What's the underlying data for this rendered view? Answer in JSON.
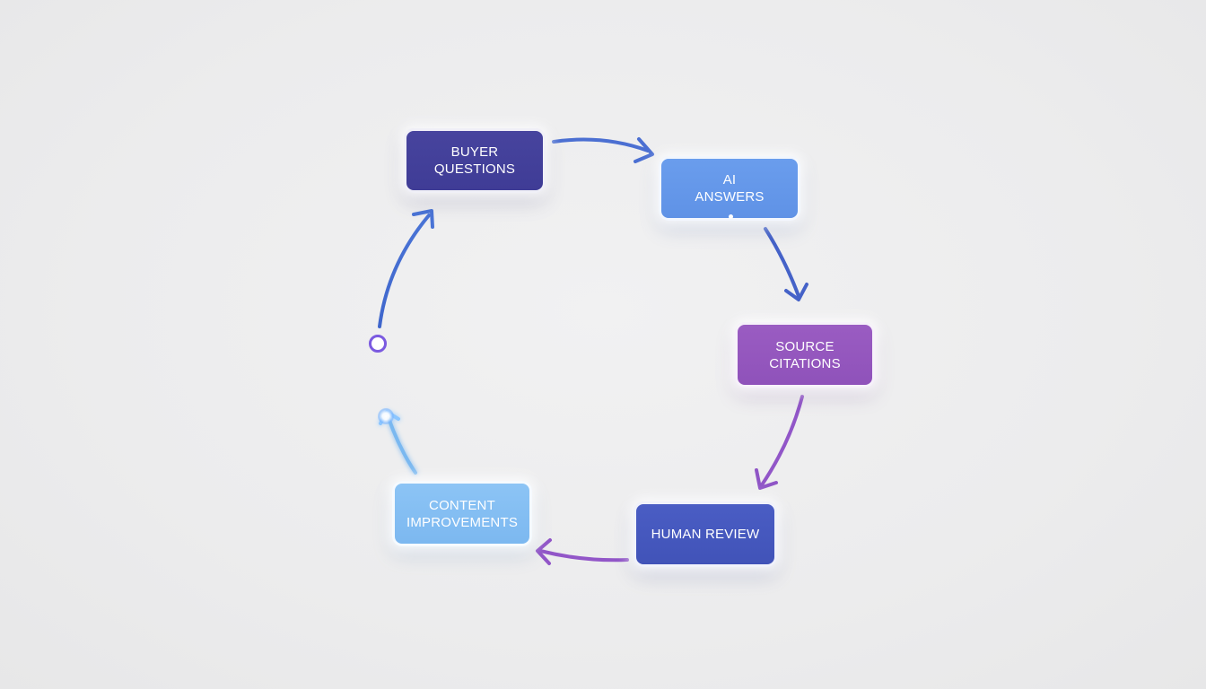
{
  "nodes": {
    "buyer_questions": "BUYER QUESTIONS",
    "ai_answers_line1": "AI",
    "ai_answers_line2": "ANSWERS",
    "source_citations_line1": "SOURCE",
    "source_citations_line2": "CITATIONS",
    "human_review": "HUMAN REVIEW",
    "content_improvements_line1": "CONTENT",
    "content_improvements_line2": "IMPROVEMENTS"
  },
  "colors": {
    "buyer_questions": "#423f99",
    "ai_answers": "#6598ea",
    "source_citations": "#9457be",
    "human_review": "#4558be",
    "content_improvements": "#84bef2",
    "arrow_blue": "#4a6fd0",
    "arrow_purple": "#9158c8",
    "arrow_light_blue": "#7ab8f0",
    "ring": "#7b5ae0"
  }
}
